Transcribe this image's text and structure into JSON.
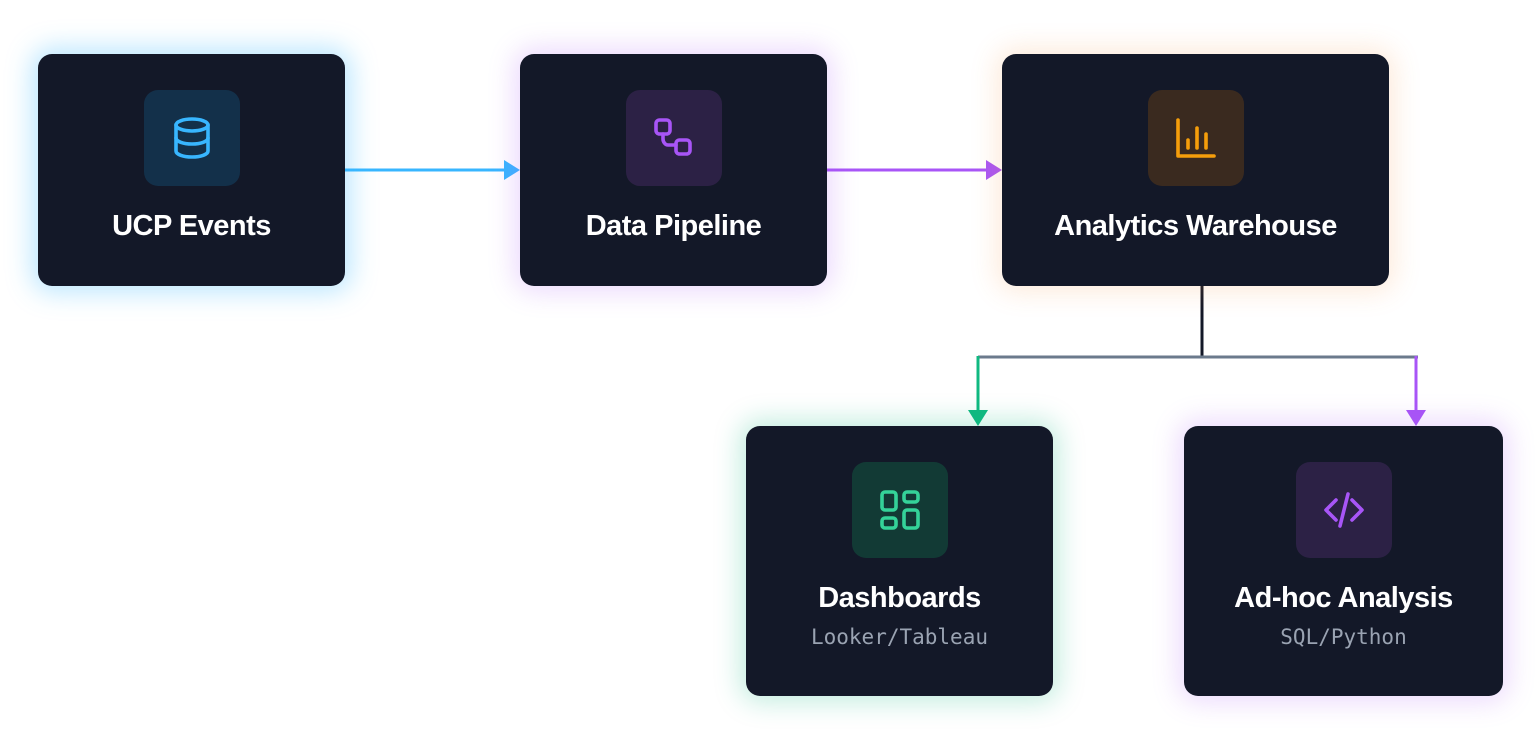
{
  "nodes": {
    "ucp_events": {
      "title": "UCP Events",
      "icon": "database-icon",
      "accent": "#38b6ff",
      "icon_bg": "#13304a"
    },
    "data_pipeline": {
      "title": "Data Pipeline",
      "icon": "workflow-icon",
      "accent": "#a855f7",
      "icon_bg": "#2c2145"
    },
    "analytics_warehouse": {
      "title": "Analytics Warehouse",
      "icon": "bar-chart-icon",
      "accent": "#f59e0b",
      "icon_bg": "#3a2a1f"
    },
    "dashboards": {
      "title": "Dashboards",
      "subtitle": "Looker/Tableau",
      "icon": "layout-grid-icon",
      "accent": "#34d399",
      "icon_bg": "#123a35"
    },
    "adhoc_analysis": {
      "title": "Ad-hoc Analysis",
      "subtitle": "SQL/Python",
      "icon": "code-icon",
      "accent": "#a855f7",
      "icon_bg": "#2c2145"
    }
  },
  "connectors": {
    "ucp_to_pipeline": "#38b6ff",
    "pipeline_to_warehouse": "#a855f7",
    "warehouse_trunk": "#131828",
    "warehouse_branch": "#6b7a8c",
    "to_dashboards": "#10b981",
    "to_adhoc": "#a855f7"
  }
}
